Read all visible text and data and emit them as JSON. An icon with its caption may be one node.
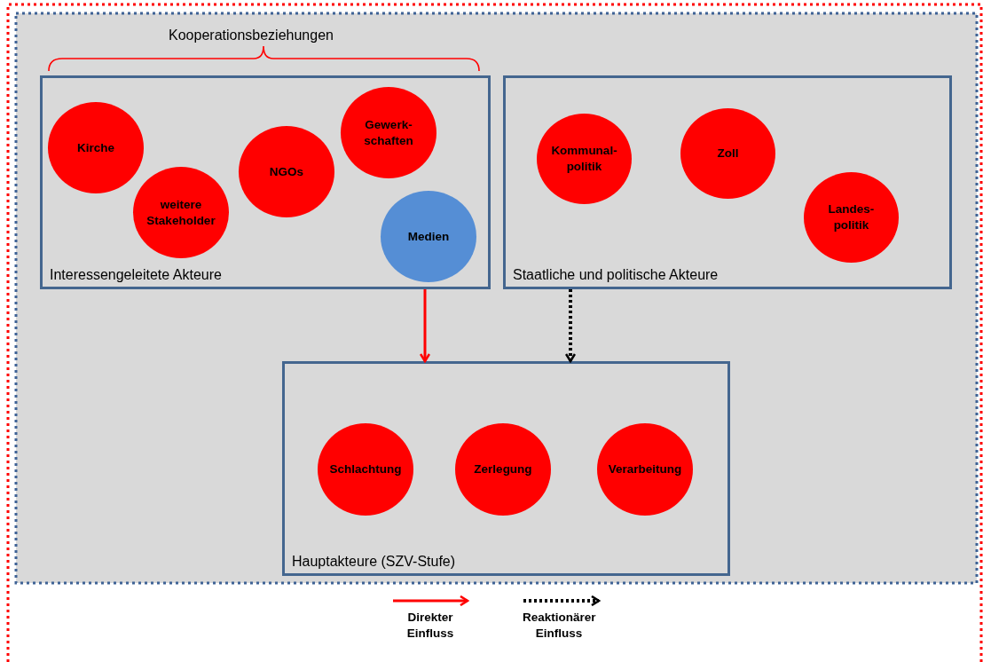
{
  "diagram": {
    "nodes": [
      {
        "text": [
          "Interessengeleitete Akteure"
        ]
      },
      {
        "text": [
          "Kirche"
        ],
        "in": 0
      },
      {
        "text": [
          "weitere Stakeholder"
        ],
        "in": 0
      },
      {
        "text": [
          "NGOs"
        ],
        "in": 0
      },
      {
        "text": [
          "Gewerk- schaften"
        ],
        "in": 0
      },
      {
        "text": [
          "Medien"
        ],
        "in": 0
      },
      {
        "text": [
          "Staatliche und politische Akteure"
        ]
      },
      {
        "text": [
          "Kommunal- politik"
        ],
        "in": 6
      },
      {
        "text": [
          "Zoll"
        ],
        "in": 6
      },
      {
        "text": [
          "Landes- politik"
        ],
        "in": 6
      },
      {
        "text": [
          "Hauptakteure (SZV-Stufe)"
        ]
      },
      {
        "text": [
          "Schlachtung"
        ],
        "in": 10
      },
      {
        "text": [
          "Zerlegung"
        ],
        "in": 10
      },
      {
        "text": [
          "Verarbeitung"
        ],
        "in": 10
      }
    ],
    "edges": [
      {
        "from": 0,
        "to": 10,
        "arrow": "to",
        "color": "#ff0000"
      },
      {
        "from": 6,
        "to": 10,
        "arrow": "to",
        "style": "dashed",
        "color": "#000000"
      }
    ],
    "labels": [
      "Kooperationsbeziehungen"
    ],
    "legend": [
      {
        "text": "Direkter Einfluss"
      },
      {
        "text": "Reaktionärer Einfluss"
      }
    ]
  }
}
